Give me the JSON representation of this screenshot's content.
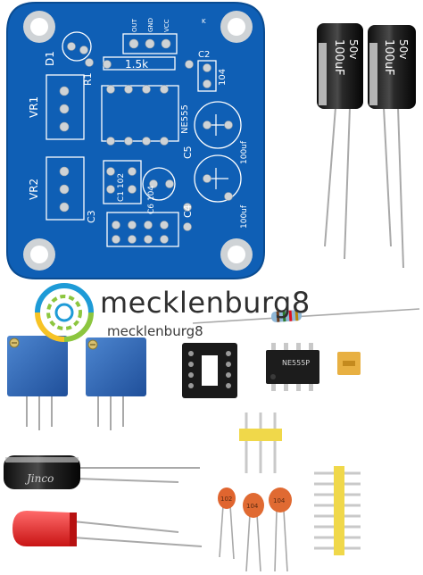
{
  "watermark": {
    "brand": "mecklenburg8",
    "brand_small": "mecklenburg8"
  },
  "pcb": {
    "silkscreen": {
      "d1": "D1",
      "r1": "R1",
      "r1_value": "1.5k",
      "header_out": "OUT",
      "header_gnd": "GND",
      "header_vcc": "VCC",
      "k_mark": "K",
      "vr1": "VR1",
      "vr2": "VR2",
      "ic": "NE555",
      "c2": "C2",
      "c2_value": "104",
      "c5": "C5",
      "c5_value": "100uf",
      "c3": "C3",
      "c1_value": "C1 102",
      "c4": "C4",
      "c4_value": "100uf",
      "c6_value": "C6 104"
    }
  },
  "components": {
    "big_cap_value": "100uF",
    "big_cap_voltage": "50v",
    "ic_chip_label": "NE555P",
    "small_cap_brand": "Jinco",
    "ceramic_1": "102",
    "ceramic_2": "104",
    "ceramic_3": "104"
  }
}
